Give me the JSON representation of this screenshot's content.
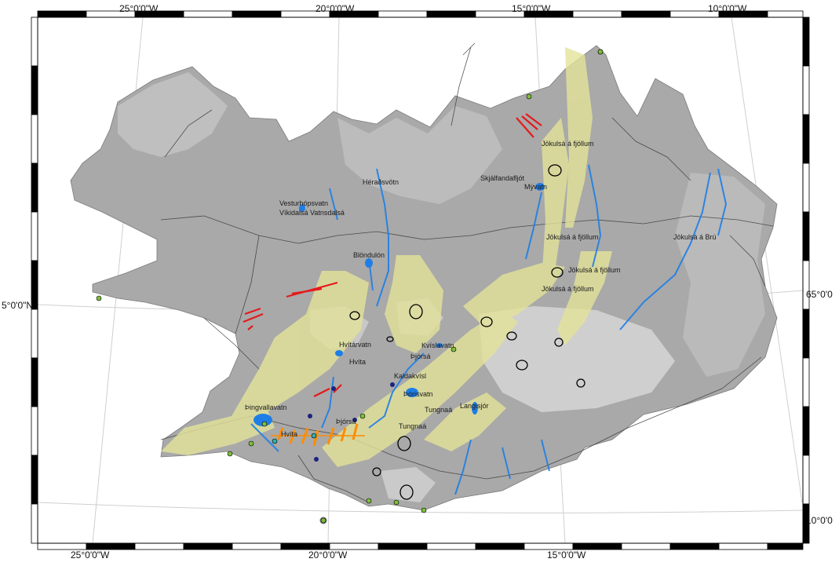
{
  "graticule": {
    "top": [
      "25°0'0\"W",
      "20°0'0\"W",
      "15°0'0\"W",
      "10°0'0\"W"
    ],
    "bottom": [
      "25°0'0\"W",
      "20°0'0\"W",
      "15°0'0\"W"
    ],
    "left": [
      "5°0'0\"N"
    ],
    "right": [
      "65°0'0",
      "10°0'0"
    ]
  },
  "places": [
    "Jökulsá á fjöllum",
    "Skjálfandafljót",
    "Mývatn",
    "Héraðsvötn",
    "Vesturhópsvatn",
    "Víkidalsá Vatnsdalsá",
    "Jökulsá á fjöllum",
    "Jökulsá á Brú",
    "Blöndulón",
    "Jökulsá á fjöllum",
    "Jökulsá á fjöllum",
    "Hvítárvatn",
    "Hvíta",
    "Kvíslavatn",
    "Þjórsá",
    "Kaldakvísl",
    "Þórisvatn",
    "Þingvallavatn",
    "Tungnaá",
    "Langisjór",
    "Tungnaá",
    "Hvíta",
    "Þjórsá"
  ],
  "colors": {
    "land": "#a9a9a9",
    "relief": "#8e8e8e",
    "volcanic_zone": "#e3e39a",
    "water": "#1e7ee6",
    "fissure": "#e41a1c",
    "fault_orange": "#ff8c00",
    "roads": "#3a3a3a",
    "caldera": "#000000",
    "hot_spring": "#7cbf3a"
  }
}
